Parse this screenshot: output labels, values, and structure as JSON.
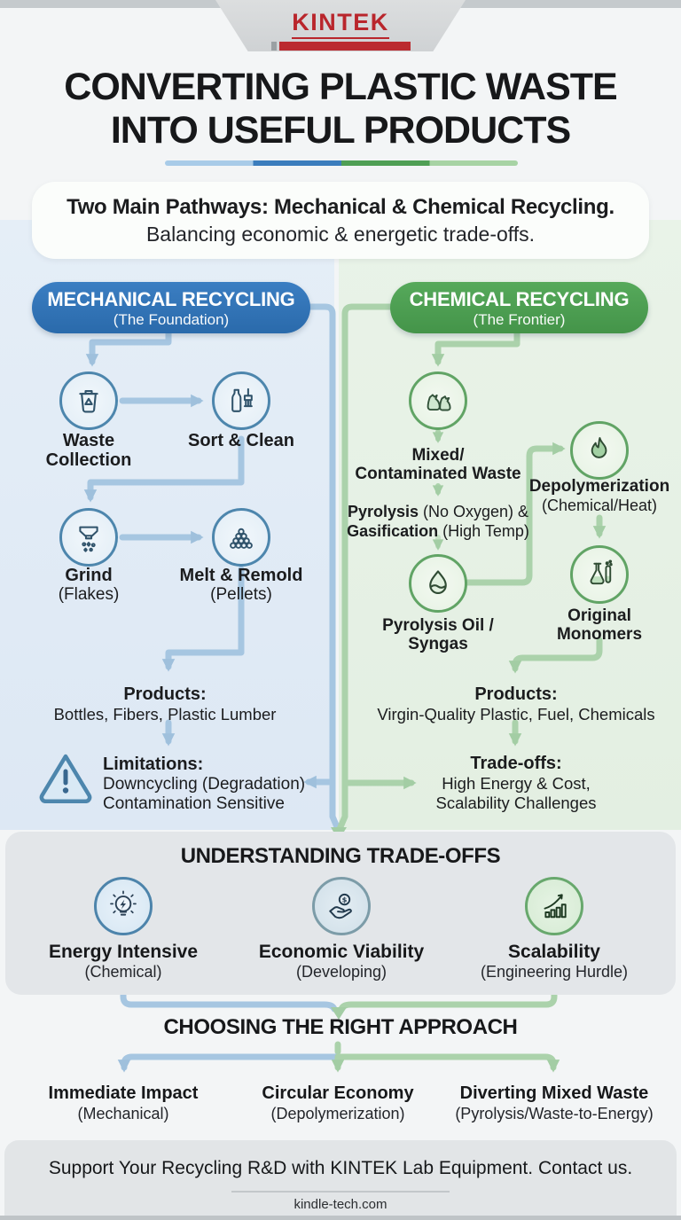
{
  "brand": {
    "logo_text": "KINTEK"
  },
  "colors": {
    "brand_red": "#b9262c",
    "mechanical_blue": "#2e73b5",
    "chemical_green": "#4ea054",
    "panel_blue": "#dfe9f4",
    "panel_green": "#e6f0e4",
    "arrow_blue": "#a6c6e1",
    "arrow_green": "#abd2ab"
  },
  "header": {
    "title_line1": "CONVERTING PLASTIC WASTE",
    "title_line2": "INTO USEFUL PRODUCTS",
    "intro_bold": "Two Main Pathways: Mechanical & Chemical Recycling.",
    "intro_sub": "Balancing economic & energetic trade-offs."
  },
  "mechanical": {
    "header": {
      "title": "MECHANICAL RECYCLING",
      "subtitle": "(The Foundation)"
    },
    "steps": [
      {
        "icon": "waste-bin-icon",
        "line1": "Waste",
        "line2": "Collection"
      },
      {
        "icon": "bottle-brush-icon",
        "line1": "Sort & Clean",
        "line2": ""
      },
      {
        "icon": "grinder-icon",
        "line1": "Grind",
        "line2": "(Flakes)"
      },
      {
        "icon": "pellets-icon",
        "line1": "Melt & Remold",
        "line2": "(Pellets)"
      }
    ],
    "products": {
      "heading": "Products:",
      "items": "Bottles, Fibers, Plastic Lumber"
    },
    "limitations": {
      "heading": "Limitations:",
      "line1": "Downcycling (Degradation)",
      "line2": "Contamination Sensitive"
    }
  },
  "chemical": {
    "header": {
      "title": "CHEMICAL RECYCLING",
      "subtitle": "(The Frontier)"
    },
    "input": {
      "icon": "waste-bags-icon",
      "line1": "Mixed/",
      "line2": "Contaminated Waste"
    },
    "process": {
      "bold1": "Pyrolysis",
      "rest1": " (No Oxygen) &",
      "bold2": "Gasification",
      "rest2": " (High Temp)"
    },
    "oil": {
      "icon": "oil-droplet-icon",
      "line1": "Pyrolysis Oil /",
      "line2": "Syngas"
    },
    "depolymerization": {
      "icon": "flame-icon",
      "line1": "Depolymerization",
      "line2": "(Chemical/Heat)"
    },
    "monomers": {
      "icon": "flask-tube-icon",
      "line1": "Original",
      "line2": "Monomers"
    },
    "products": {
      "heading": "Products:",
      "items": "Virgin-Quality Plastic, Fuel, Chemicals"
    },
    "tradeoffs": {
      "heading": "Trade-offs:",
      "line1": "High Energy & Cost,",
      "line2": "Scalability Challenges"
    }
  },
  "tradeoffs_section": {
    "title": "UNDERSTANDING TRADE-OFFS",
    "items": [
      {
        "icon": "lightbulb-energy-icon",
        "title": "Energy Intensive",
        "subtitle": "(Chemical)"
      },
      {
        "icon": "hand-coin-icon",
        "title": "Economic Viability",
        "subtitle": "(Developing)"
      },
      {
        "icon": "growth-chart-icon",
        "title": "Scalability",
        "subtitle": "(Engineering Hurdle)"
      }
    ]
  },
  "choosing_section": {
    "title": "CHOOSING THE RIGHT APPROACH",
    "items": [
      {
        "title": "Immediate Impact",
        "subtitle": "(Mechanical)"
      },
      {
        "title": "Circular Economy",
        "subtitle": "(Depolymerization)"
      },
      {
        "title": "Diverting Mixed Waste",
        "subtitle": "(Pyrolysis/Waste-to-Energy)"
      }
    ]
  },
  "footer": {
    "cta": "Support Your Recycling R&D with KINTEK Lab Equipment. Contact us.",
    "website": "kindle-tech.com"
  }
}
